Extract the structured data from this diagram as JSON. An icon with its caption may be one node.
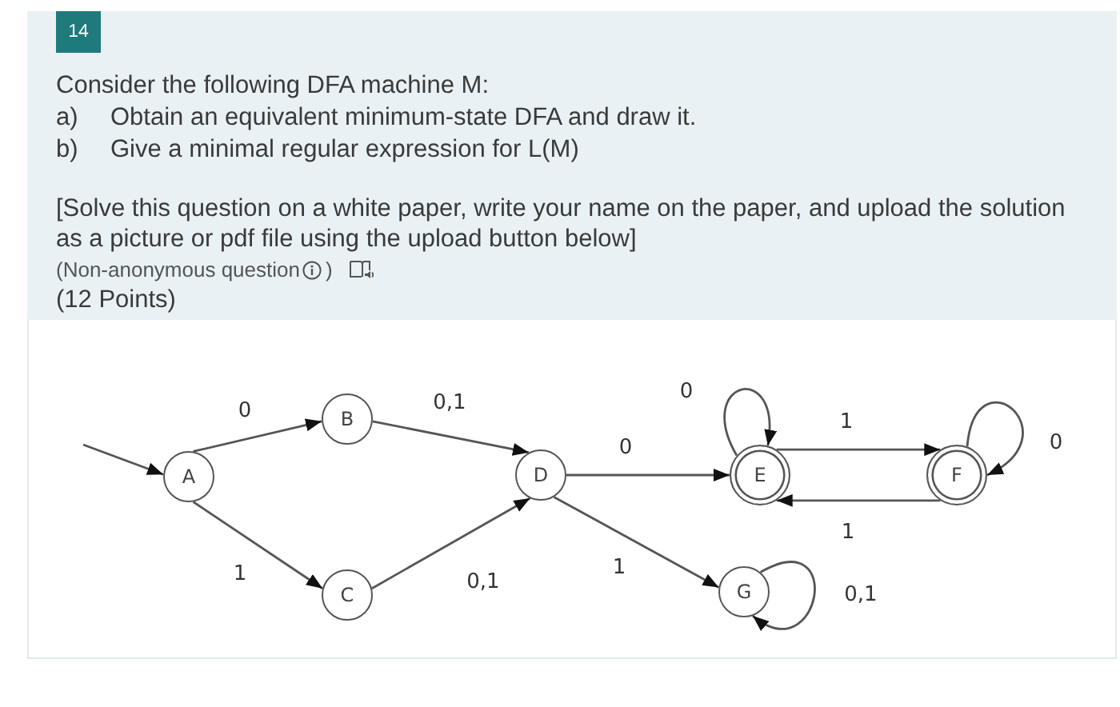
{
  "diagram": {
    "nodes": [
      {
        "text": [
          "A"
        ]
      },
      {
        "text": [
          "B"
        ]
      },
      {
        "text": [
          "C"
        ]
      },
      {
        "text": [
          "D"
        ]
      },
      {
        "text": [
          "E"
        ]
      },
      {
        "text": [
          "F"
        ]
      },
      {
        "text": [
          "G"
        ]
      }
    ],
    "edges": [
      {
        "from": null,
        "to": 0,
        "arrow": "to"
      },
      {
        "from": 0,
        "to": 1,
        "arrow": "to",
        "label": "0"
      },
      {
        "from": 0,
        "to": 2,
        "arrow": "to",
        "label": "1"
      },
      {
        "from": 1,
        "to": 3,
        "arrow": "to",
        "label": "0,1"
      },
      {
        "from": 2,
        "to": 3,
        "arrow": "to",
        "label": "0,1"
      },
      {
        "from": 3,
        "to": 4,
        "arrow": "to",
        "label": "0"
      },
      {
        "from": 3,
        "to": 6,
        "arrow": "to",
        "label": "1"
      },
      {
        "from": 4,
        "to": 4,
        "arrow": "to",
        "label": "0"
      },
      {
        "from": 4,
        "to": 5,
        "arrow": "to",
        "label": "1"
      },
      {
        "from": 5,
        "to": 4,
        "arrow": "to",
        "label": "1"
      },
      {
        "from": 5,
        "to": 5,
        "arrow": "to",
        "label": "0"
      },
      {
        "from": 6,
        "to": 6,
        "arrow": "to",
        "label": "0,1"
      }
    ],
    "labels": [
      "14",
      "Consider the following DFA machine M:",
      "a)",
      "Obtain an equivalent minimum-state DFA and draw it.",
      "b)",
      "Give a minimal regular expression for L(M)",
      "[Solve this question on a white paper, write your name on the paper, and upload the solution as a picture or pdf file using the upload button below]",
      "(Non-anonymous question",
      ")",
      "(12 Points)"
    ]
  }
}
